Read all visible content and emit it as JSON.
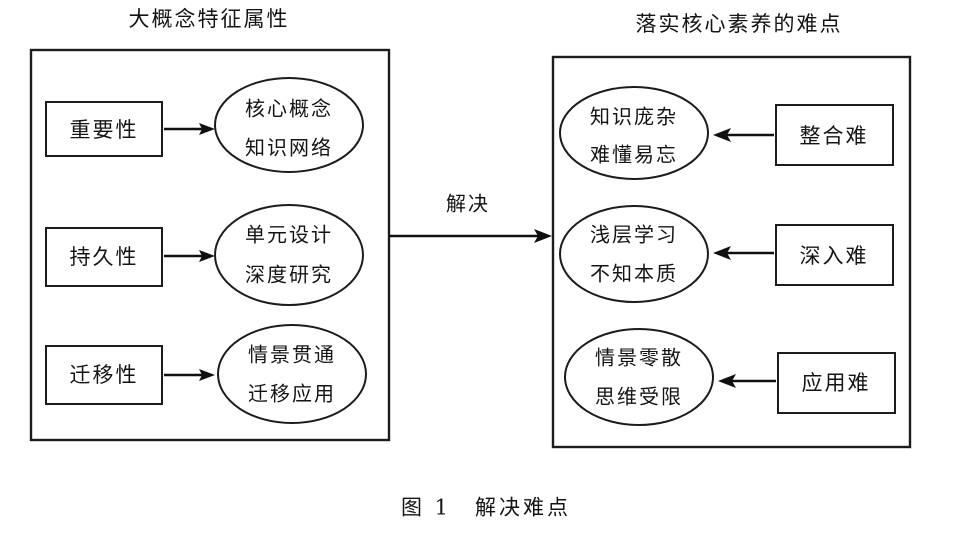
{
  "figure": {
    "caption": "图 1　解决难点",
    "caption_number": "图 1",
    "caption_title": "解决难点"
  },
  "panels": [
    {
      "id": "big-concept-attributes",
      "heading": "大概念特征属性",
      "rows": [
        {
          "source_label": "重要性",
          "target_lines": [
            "核心概念",
            "知识网络"
          ],
          "arrow_direction": "right"
        },
        {
          "source_label": "持久性",
          "target_lines": [
            "单元设计",
            "深度研究"
          ],
          "arrow_direction": "right"
        },
        {
          "source_label": "迁移性",
          "target_lines": [
            "情景贯通",
            "迁移应用"
          ],
          "arrow_direction": "right"
        }
      ]
    },
    {
      "id": "core-literacy-difficulties",
      "heading": "落实核心素养的难点",
      "rows": [
        {
          "source_label": "整合难",
          "target_lines": [
            "知识庞杂",
            "难懂易忘"
          ],
          "arrow_direction": "left"
        },
        {
          "source_label": "深入难",
          "target_lines": [
            "浅层学习",
            "不知本质"
          ],
          "arrow_direction": "left"
        },
        {
          "source_label": "应用难",
          "target_lines": [
            "情景零散",
            "思维受限"
          ],
          "arrow_direction": "left"
        }
      ]
    }
  ],
  "connector": {
    "label": "解决",
    "from_panel": "big-concept-attributes",
    "to_panel": "core-literacy-difficulties",
    "direction": "right"
  },
  "colors": {
    "stroke": "#1c1c1c",
    "text": "#141414",
    "background": "#ffffff"
  }
}
